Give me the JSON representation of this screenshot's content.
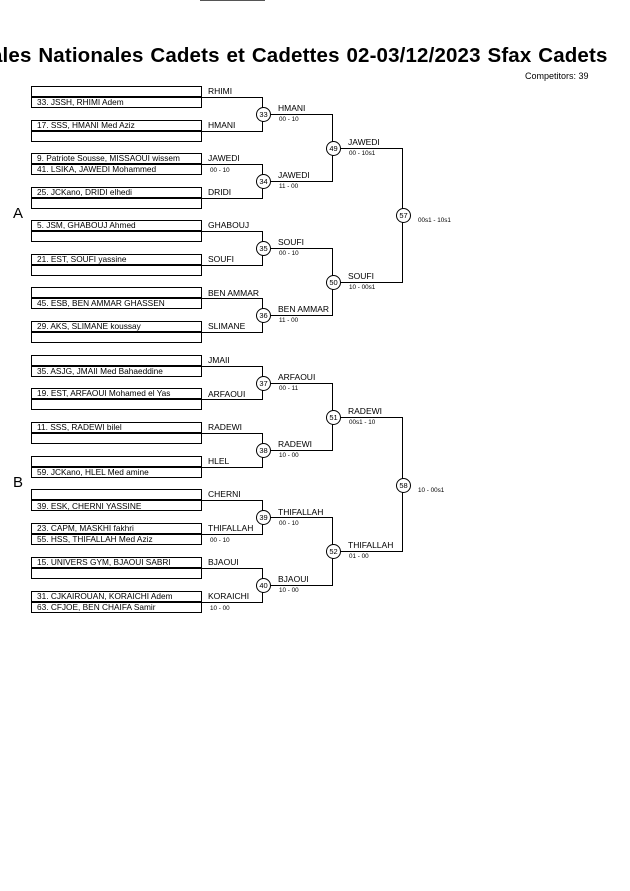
{
  "header": {
    "title": "ales Nationales Cadets et Cadettes  02-03/12/2023  Sfax   Cadets",
    "competitors": "Competitors: 39"
  },
  "pools": [
    "A",
    "B"
  ],
  "entries": [
    "33. JSSH, RHIMI Adem",
    "17. SSS, HMANI Med Aziz",
    "9. Patriote Sousse, MISSAOUI wissem",
    "41. LSIKA, JAWEDI Mohammed",
    "25. JCKano, DRIDI elhedi",
    "5. JSM, GHABOUJ Ahmed",
    "21. EST, SOUFI yassine",
    "45. ESB, BEN AMMAR GHASSEN",
    "29. AKS, SLIMANE koussay",
    "35. ASJG, JMAII Med Bahaeddine",
    "19. EST, ARFAOUI Mohamed el Yas",
    "11. SSS, RADEWI bilel",
    "59. JCKano, HLEL Med amine",
    "39. ESK, CHERNI YASSINE",
    "23. CAPM, MASKHI fakhri",
    "55. HSS, THIFALLAH Med Aziz",
    "15. UNIVERS GYM, BJAOUI SABRI",
    "31. CJKAIROUAN, KORAICHI Adem",
    "63. CFJOE, BEN CHAIFA Samir"
  ],
  "round1": {
    "rhimi": "RHIMI",
    "hmani": "HMANI",
    "jawedi": "JAWEDI",
    "jawedi_score": "00 - 10",
    "dridi": "DRIDI",
    "ghabouj": "GHABOUJ",
    "soufi": "SOUFI",
    "benammar": "BEN AMMAR",
    "slimane": "SLIMANE",
    "jmaii": "JMAII",
    "arfaoui": "ARFAOUI",
    "radewi": "RADEWI",
    "hlel": "HLEL",
    "cherni": "CHERNI",
    "thifallah": "THIFALLAH",
    "thifallah_score": "00 - 10",
    "bjaoui": "BJAOUI",
    "koraichi": "KORAICHI",
    "koraichi_score": "10 - 00"
  },
  "matches": [
    {
      "num": "33",
      "winner": "HMANI",
      "score": "00 - 10"
    },
    {
      "num": "34",
      "winner": "JAWEDI",
      "score": "11 - 00"
    },
    {
      "num": "35",
      "winner": "SOUFI",
      "score": "00 - 10"
    },
    {
      "num": "36",
      "winner": "BEN AMMAR",
      "score": "11 - 00"
    },
    {
      "num": "37",
      "winner": "ARFAOUI",
      "score": "00 - 11"
    },
    {
      "num": "38",
      "winner": "RADEWI",
      "score": "10 - 00"
    },
    {
      "num": "39",
      "winner": "THIFALLAH",
      "score": "00 - 10"
    },
    {
      "num": "40",
      "winner": "BJAOUI",
      "score": "10 - 00"
    },
    {
      "num": "49",
      "winner": "JAWEDI",
      "score": "00 - 10s1"
    },
    {
      "num": "50",
      "winner": "SOUFI",
      "score": "10 - 00s1"
    },
    {
      "num": "51",
      "winner": "RADEWI",
      "score": "00s1 - 10"
    },
    {
      "num": "52",
      "winner": "THIFALLAH",
      "score": "01 - 00"
    },
    {
      "num": "57",
      "winner": "",
      "score": "00s1 - 10s1"
    },
    {
      "num": "58",
      "winner": "",
      "score": "10 - 00s1"
    }
  ]
}
